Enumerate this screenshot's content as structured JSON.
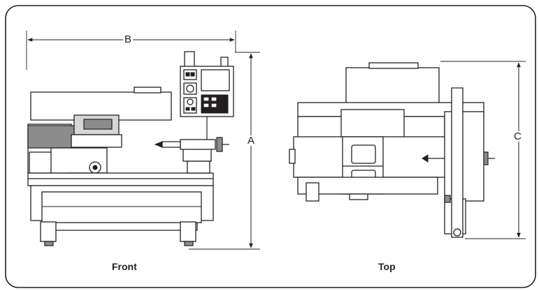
{
  "dimensions": {
    "a": "A",
    "b": "B",
    "c": "C"
  },
  "views": {
    "front": "Front",
    "top": "Top"
  }
}
